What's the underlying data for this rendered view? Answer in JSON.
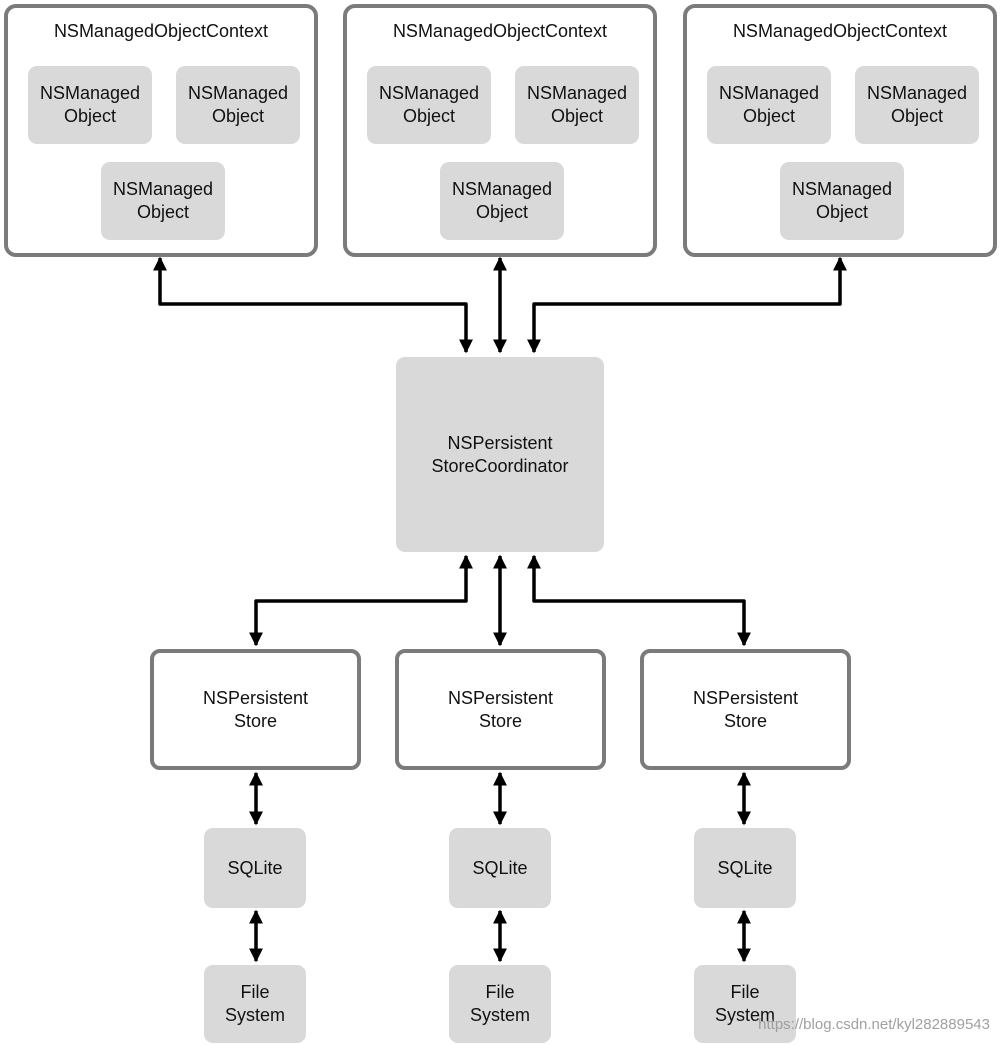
{
  "contexts": [
    {
      "title": "NSManagedObjectContext",
      "objects": [
        "NSManaged\nObject",
        "NSManaged\nObject",
        "NSManaged\nObject"
      ]
    },
    {
      "title": "NSManagedObjectContext",
      "objects": [
        "NSManaged\nObject",
        "NSManaged\nObject",
        "NSManaged\nObject"
      ]
    },
    {
      "title": "NSManagedObjectContext",
      "objects": [
        "NSManaged\nObject",
        "NSManaged\nObject",
        "NSManaged\nObject"
      ]
    }
  ],
  "coordinator": {
    "label": "NSPersistent\nStoreCoordinator"
  },
  "stores": [
    {
      "label": "NSPersistent\nStore",
      "db": "SQLite",
      "fs": "File\nSystem"
    },
    {
      "label": "NSPersistent\nStore",
      "db": "SQLite",
      "fs": "File\nSystem"
    },
    {
      "label": "NSPersistent\nStore",
      "db": "SQLite",
      "fs": "File\nSystem"
    }
  ],
  "watermark": "https://blog.csdn.net/kyl282889543",
  "colors": {
    "border": "#7b7b7b",
    "fill": "#d9d9d9",
    "arrow": "#000000"
  }
}
